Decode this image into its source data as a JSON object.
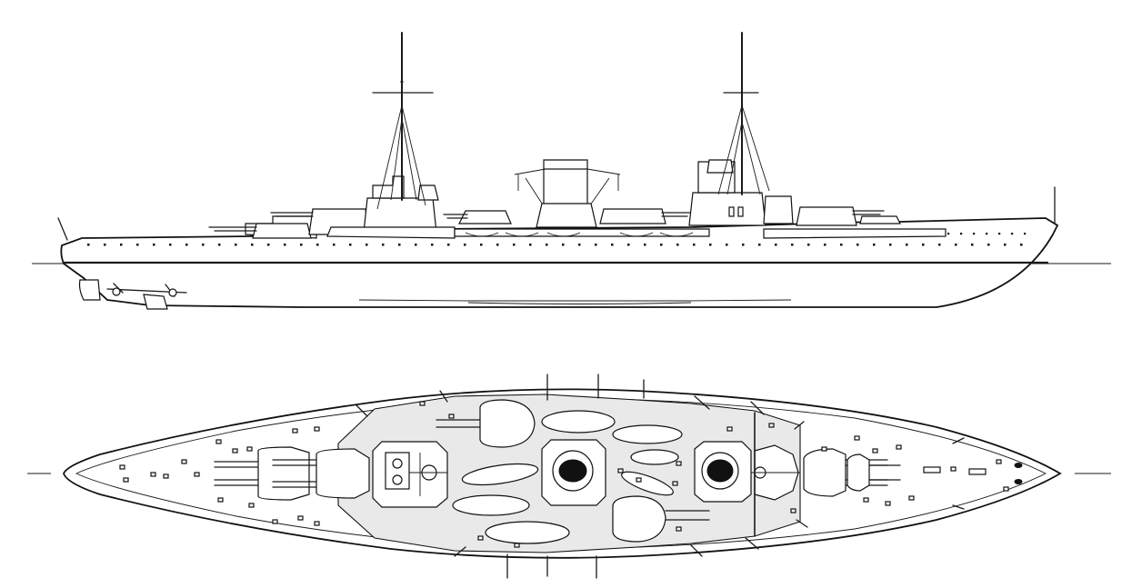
{
  "figure": {
    "subject": "battleship-plans",
    "views": [
      "side-profile",
      "top-plan"
    ],
    "line_color": "#111111",
    "background": "#ffffff",
    "deck_shade": "#e9e9e9",
    "funnel_cap_color": "#111111"
  }
}
